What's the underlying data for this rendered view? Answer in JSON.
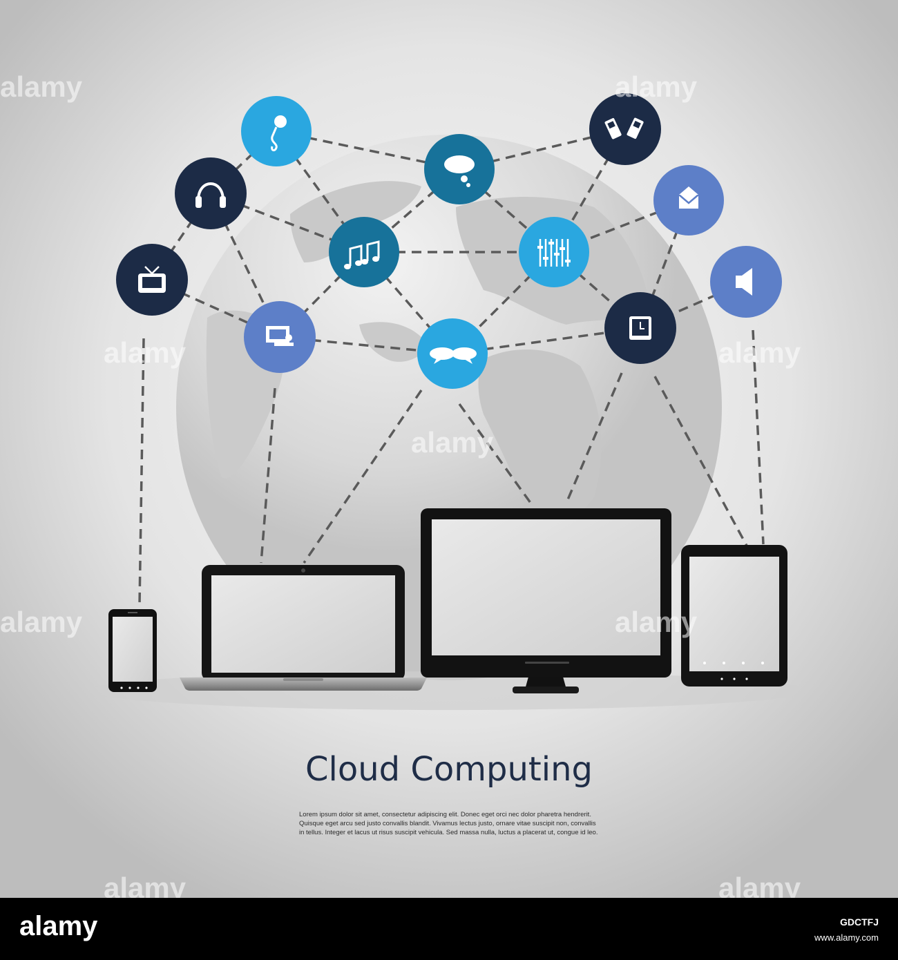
{
  "title": "Cloud Computing",
  "body_lines": [
    "Lorem ipsum dolor sit amet, consectetur adipiscing elit. Donec eget orci nec dolor pharetra hendrerit.",
    "Quisque eget arcu sed justo convallis blandit. Vivamus lectus justo, ornare vitae suscipit non, convallis",
    "in tellus. Integer et lacus ut risus suscipit vehicula. Sed massa nulla, luctus a placerat ut, congue id leo."
  ],
  "watermark": "alamy",
  "footer": {
    "brand": "alamy",
    "image_id": "GDCTFJ",
    "site": "www.alamy.com"
  },
  "colors": {
    "background": "#e6e6e6",
    "navy": "#1c2b46",
    "teal": "#17729a",
    "sky": "#2aa7e0",
    "periwinkle": "#5d7fc8",
    "footer": "#000000"
  },
  "icons": [
    {
      "name": "microphone-icon",
      "color": "sky"
    },
    {
      "name": "headphones-icon",
      "color": "navy"
    },
    {
      "name": "thought-bubble-icon",
      "color": "teal"
    },
    {
      "name": "mobile-phones-icon",
      "color": "navy"
    },
    {
      "name": "envelope-icon",
      "color": "periwinkle"
    },
    {
      "name": "music-notes-icon",
      "color": "teal"
    },
    {
      "name": "mixer-sliders-icon",
      "color": "sky"
    },
    {
      "name": "tv-icon",
      "color": "navy"
    },
    {
      "name": "presentation-icon",
      "color": "periwinkle"
    },
    {
      "name": "chat-bubbles-icon",
      "color": "sky"
    },
    {
      "name": "clock-icon",
      "color": "navy"
    },
    {
      "name": "speaker-icon",
      "color": "periwinkle"
    }
  ],
  "devices": [
    {
      "name": "smartphone"
    },
    {
      "name": "laptop"
    },
    {
      "name": "desktop-monitor"
    },
    {
      "name": "tablet"
    }
  ]
}
